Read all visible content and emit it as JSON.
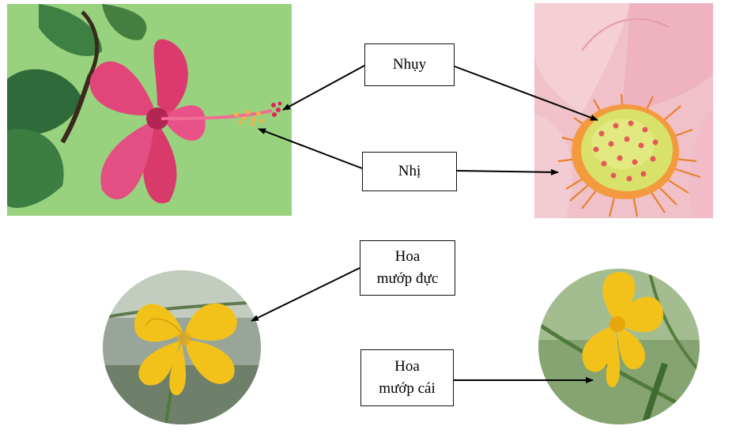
{
  "labels": {
    "pistil": "Nhụy",
    "stamen": "Nhị",
    "male_flower": [
      "Hoa",
      "mướp đực"
    ],
    "female_flower": [
      "Hoa",
      "mướp cái"
    ]
  },
  "photos": {
    "top_left": "hibiscus flower photo",
    "top_right": "lotus flower center photo",
    "bottom_left": "male luffa flower photo",
    "bottom_right": "female luffa flower photo"
  },
  "colors": {
    "hibiscus_background": "#8fce79",
    "hibiscus_petal": "#e2457a",
    "lotus_petal": "#f2b4c2",
    "lotus_receptacle": "#d8e26a",
    "luffa_flower": "#f2c21b",
    "arrow": "#000000"
  }
}
